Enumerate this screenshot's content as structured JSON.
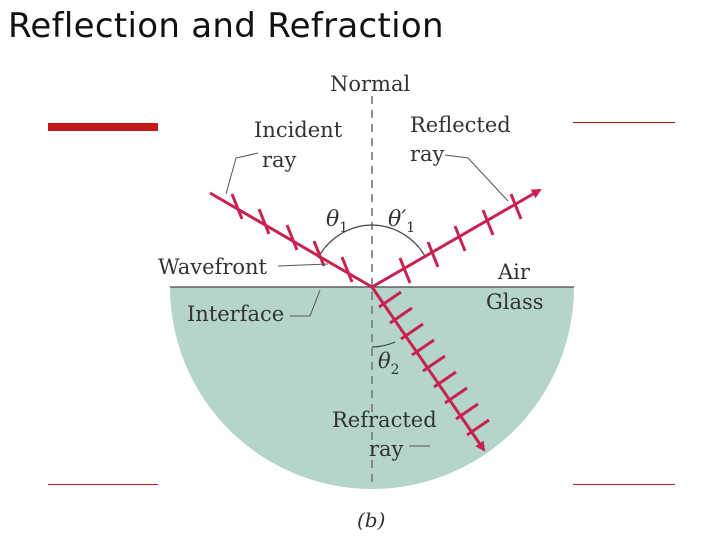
{
  "slide": {
    "title": "Reflection and Refraction",
    "accent_color": "#c41a1a"
  },
  "diagram": {
    "normal_label": "Normal",
    "incident_label_line1": "Incident",
    "incident_label_line2": "ray",
    "reflected_label_line1": "Reflected",
    "reflected_label_line2": "ray",
    "theta1_label": "θ",
    "theta1_sub": "1",
    "theta1p_label": "θ′",
    "theta1p_sub": "1",
    "theta2_label": "θ",
    "theta2_sub": "2",
    "wavefront_label": "Wavefront",
    "air_label": "Air",
    "glass_label": "Glass",
    "interface_label": "Interface",
    "refracted_label_line1": "Refracted",
    "refracted_label_line2": "ray",
    "panel_label": "(b)",
    "glass_color": "#b4d4cc",
    "ray_color": "#c8234f"
  }
}
